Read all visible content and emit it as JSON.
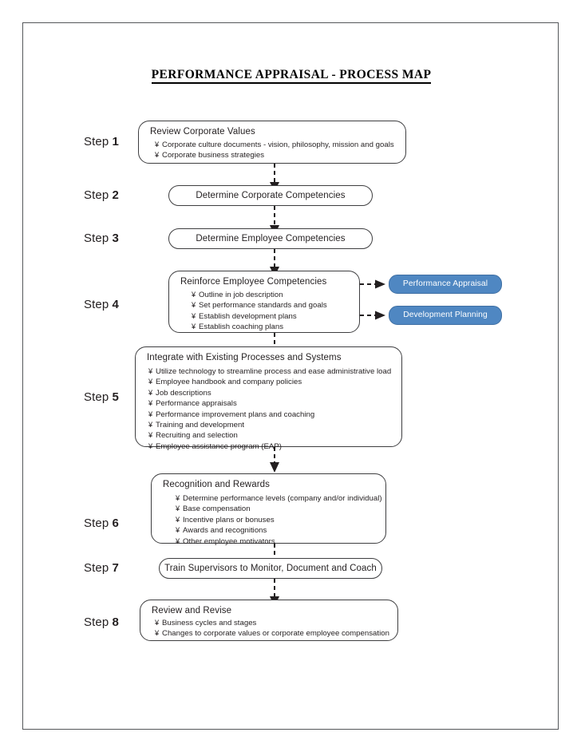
{
  "document": {
    "title": "PERFORMANCE APPRAISAL - PROCESS MAP"
  },
  "bullet_glyph": "¥",
  "colors": {
    "accent_blue": "#4f87c2",
    "accent_blue_border": "#3f6fa3",
    "box_border": "#3e3e40",
    "page_border": "#54575a",
    "text": "#231f20"
  },
  "steps": [
    {
      "label_word": "Step",
      "label_number": "1",
      "title": "Review Corporate Values",
      "shape": "box",
      "bullets": [
        "Corporate culture documents -  vision, philosophy, mission and goals",
        "Corporate business strategies"
      ]
    },
    {
      "label_word": "Step",
      "label_number": "2",
      "title": "Determine Corporate Competencies",
      "shape": "pill",
      "bullets": []
    },
    {
      "label_word": "Step",
      "label_number": "3",
      "title": "Determine Employee Competencies",
      "shape": "pill",
      "bullets": []
    },
    {
      "label_word": "Step",
      "label_number": "4",
      "title": "Reinforce Employee Competencies",
      "shape": "box",
      "bullets": [
        "Outline in job description",
        "Set performance standards and goals",
        "Establish development plans",
        "Establish coaching plans"
      ]
    },
    {
      "label_word": "Step",
      "label_number": "5",
      "title": "Integrate with Existing Processes and Systems",
      "shape": "box",
      "bullets": [
        "Utilize technology to streamline process and ease administrative load",
        "Employee handbook and company policies",
        "Job descriptions",
        "Performance appraisals",
        "Performance improvement plans and coaching",
        "Training and development",
        "Recruiting and selection",
        "Employee assistance program (EAP)"
      ]
    },
    {
      "label_word": "Step",
      "label_number": "6",
      "title": "Recognition and Rewards",
      "shape": "box",
      "bullets": [
        "Determine performance levels (company and/or individual)",
        "Base compensation",
        "Incentive plans or bonuses",
        "Awards and recognitions",
        "Other employee motivators"
      ]
    },
    {
      "label_word": "Step",
      "label_number": "7",
      "title": "Train Supervisors to Monitor, Document and Coach",
      "shape": "pill",
      "bullets": []
    },
    {
      "label_word": "Step",
      "label_number": "8",
      "title": "Review and Revise",
      "shape": "box",
      "bullets": [
        "Business cycles and stages",
        "Changes to corporate values or corporate employee compensation"
      ]
    }
  ],
  "side_outputs": [
    {
      "label": "Performance Appraisal",
      "from_step": "4"
    },
    {
      "label": "Development Planning",
      "from_step": "4"
    }
  ]
}
